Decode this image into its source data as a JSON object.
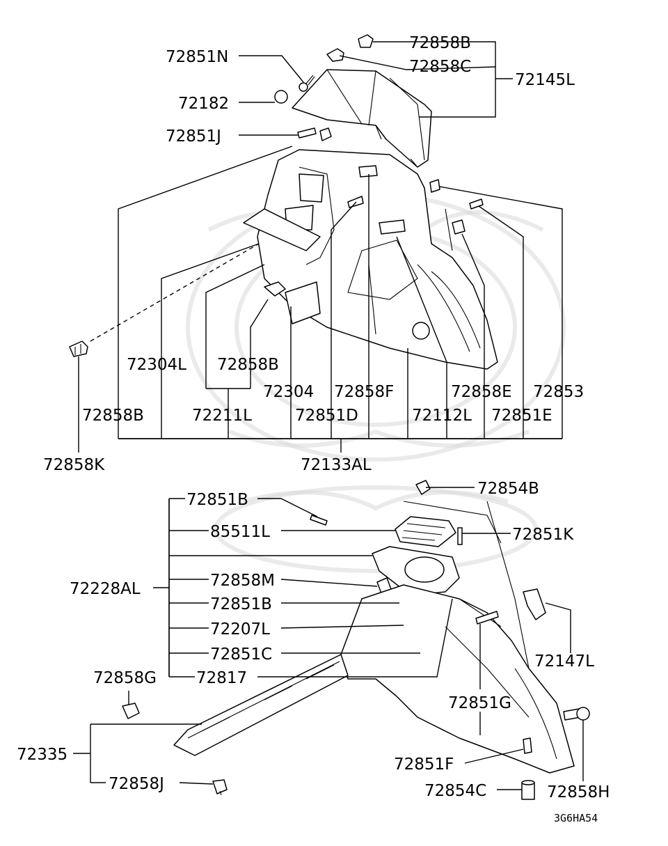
{
  "labels": {
    "p72858B_top": "72858B",
    "p72858C": "72858C",
    "p72145L": "72145L",
    "p72851N": "72851N",
    "p72182": "72182",
    "p72851J": "72851J",
    "p72304L": "72304L",
    "p72858B_mid": "72858B",
    "p72304": "72304",
    "p72858F": "72858F",
    "p72858E": "72858E",
    "p72853": "72853",
    "p72858B_left": "72858B",
    "p72211L": "72211L",
    "p72851D": "72851D",
    "p72112L": "72112L",
    "p72851E": "72851E",
    "p72858K": "72858K",
    "p72133AL": "72133AL",
    "p72851B_top": "72851B",
    "p72854B": "72854B",
    "p85511L": "85511L",
    "p72851K": "72851K",
    "p72228AL": "72228AL",
    "p72858M": "72858M",
    "p72851B_2": "72851B",
    "p72207L": "72207L",
    "p72851C": "72851C",
    "p72817": "72817",
    "p72858G": "72858G",
    "p72147L": "72147L",
    "p72851G": "72851G",
    "p72335": "72335",
    "p72851F": "72851F",
    "p72858J": "72858J",
    "p72854C": "72854C",
    "p72858H": "72858H"
  },
  "diagram_code": "3G6HA54"
}
